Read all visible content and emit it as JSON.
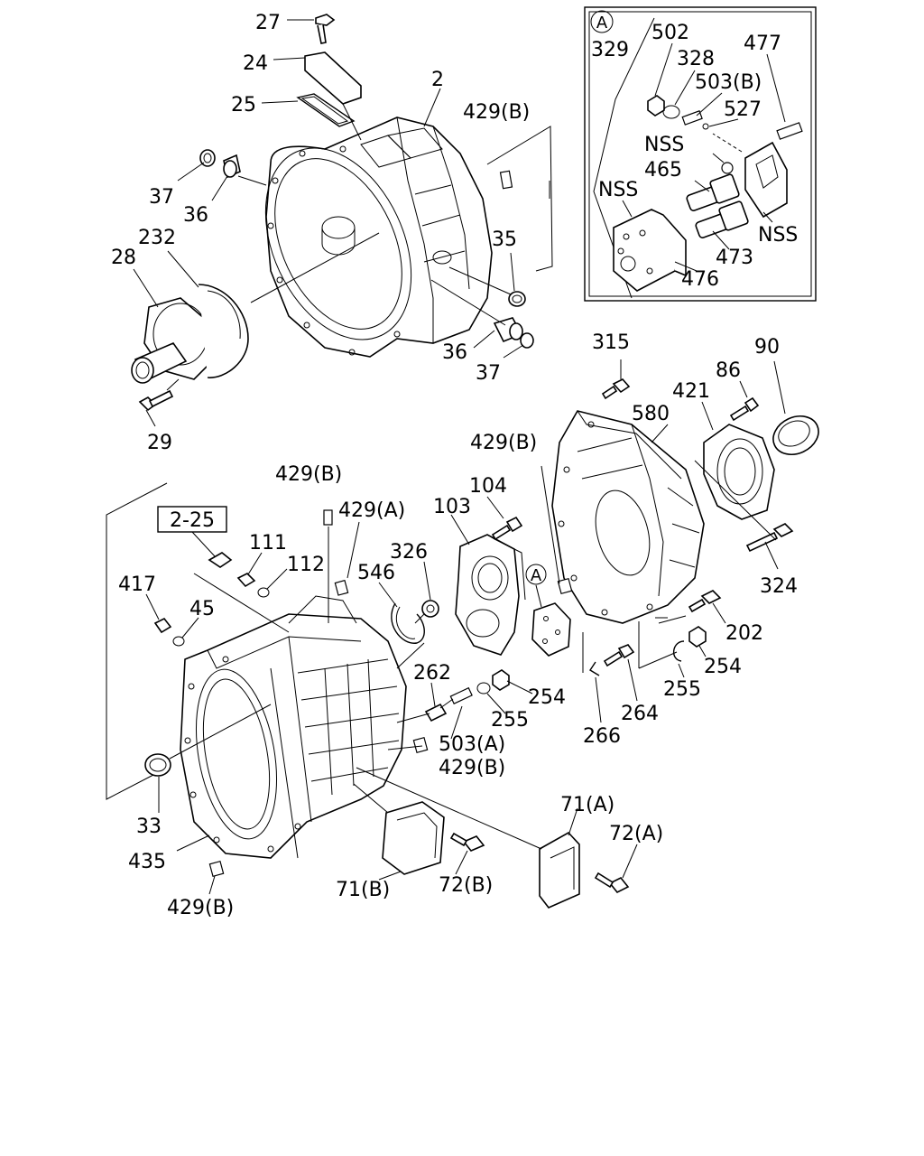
{
  "inset": {
    "marker": "A",
    "labels": {
      "l329": "329",
      "l502": "502",
      "l328": "328",
      "l503b": "503(B)",
      "l477": "477",
      "l527": "527",
      "nss1": "NSS",
      "l465": "465",
      "nss2": "NSS",
      "nss3": "NSS",
      "l473": "473",
      "l476": "476"
    }
  },
  "labels": {
    "l27": "27",
    "l24": "24",
    "l25": "25",
    "l2": "2",
    "l429b_1": "429(B)",
    "l37_1": "37",
    "l36_1": "36",
    "l232": "232",
    "l28": "28",
    "l35": "35",
    "l36_2": "36",
    "l37_2": "37",
    "l29": "29",
    "l315": "315",
    "l90": "90",
    "l86": "86",
    "l421": "421",
    "l580": "580",
    "l429b_2": "429(B)",
    "l429b_3": "429(B)",
    "l429a": "429(A)",
    "l104": "104",
    "l103": "103",
    "l111": "111",
    "l112": "112",
    "l326": "326",
    "l546": "546",
    "l417": "417",
    "l45": "45",
    "marker_a": "A",
    "l324": "324",
    "l202": "202",
    "l254_1": "254",
    "l255_1": "255",
    "l262": "262",
    "l254_2": "254",
    "l255_2": "255",
    "l264": "264",
    "l266": "266",
    "l503a": "503(A)",
    "l429b_4": "429(B)",
    "l33": "33",
    "l71a": "71(A)",
    "l72a": "72(A)",
    "l435": "435",
    "l71b": "71(B)",
    "l72b": "72(B)",
    "l429b_5": "429(B)"
  },
  "reference_box": {
    "label": "2-25"
  }
}
